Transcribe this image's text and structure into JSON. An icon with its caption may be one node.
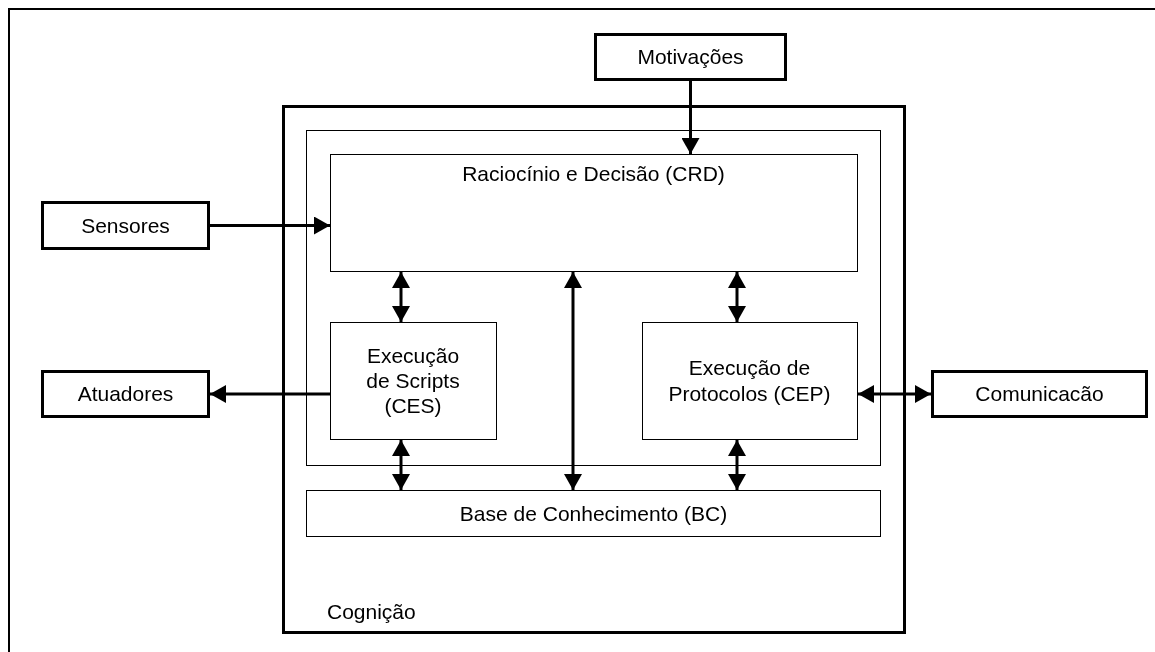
{
  "diagram": {
    "nodes": [
      {
        "text": [
          "Motivações"
        ]
      },
      {
        "text": [
          "Cognição"
        ]
      },
      {
        "text": [],
        "shape": "box",
        "in": 1
      },
      {
        "text": [
          "Raciocínio e Decisão (CRD)"
        ],
        "in": 2
      },
      {
        "text": [
          "Sensores"
        ]
      },
      {
        "text": [
          "Execução de Scripts (CES)"
        ],
        "in": 2
      },
      {
        "text": [
          "Execução de Protocolos (CEP)"
        ],
        "in": 2
      },
      {
        "text": [
          "Atuadores"
        ]
      },
      {
        "text": [
          "Comunicacão"
        ]
      },
      {
        "text": [
          "Base de Conhecimento (BC)"
        ],
        "in": 1
      }
    ],
    "edges": [
      {
        "from": 0,
        "to": 3,
        "arrow": "to"
      },
      {
        "from": 4,
        "to": 3,
        "arrow": "to"
      },
      {
        "from": 3,
        "to": 5,
        "arrow": "both"
      },
      {
        "from": 3,
        "to": 6,
        "arrow": "both"
      },
      {
        "from": 9,
        "to": 3,
        "arrow": "both"
      },
      {
        "from": 5,
        "to": 7,
        "arrow": "to"
      },
      {
        "from": 6,
        "to": 8,
        "arrow": "both"
      },
      {
        "from": 5,
        "to": 9,
        "arrow": "both"
      },
      {
        "from": 6,
        "to": 9,
        "arrow": "both"
      }
    ]
  }
}
